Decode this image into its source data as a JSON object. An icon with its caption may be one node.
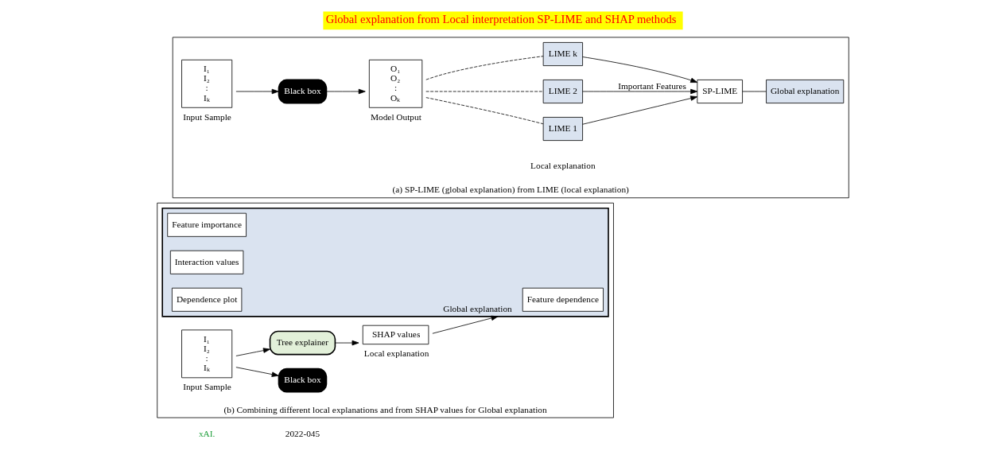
{
  "diagram": {
    "title": "Global explanation from Local interpretation SP-LIME and SHAP methods",
    "nodes": [
      {
        "text": [
          "(a) SP-LIME (global explanation) from LIME (local explanation)"
        ]
      },
      {
        "text": [
          "I₁",
          "I₂",
          ":",
          "Iₖ"
        ],
        "beside": [
          "Input Sample"
        ],
        "in": 0
      },
      {
        "text": [
          "Black box"
        ],
        "in": 0
      },
      {
        "text": [
          "O₁",
          "O₂",
          ":",
          "Oₖ"
        ],
        "beside": [
          "Model Output"
        ],
        "in": 0
      },
      {
        "text": [
          "LIME 1"
        ],
        "in": 0
      },
      {
        "text": [
          "LIME 2"
        ],
        "in": 0
      },
      {
        "text": [
          "LIME k"
        ],
        "in": 0
      },
      {
        "text": [
          "SP-LIME"
        ],
        "in": 0
      },
      {
        "text": [
          "Global explanation"
        ],
        "in": 0
      },
      {
        "text": [
          "(b) Combining different local explanations and from SHAP values for Global explanation"
        ]
      },
      {
        "text": [
          "I₁",
          "I₂",
          ":",
          "Iₖ"
        ],
        "beside": [
          "Input Sample"
        ],
        "in": 9
      },
      {
        "text": [
          "Black box"
        ],
        "in": 9
      },
      {
        "text": [
          "Tree explainer"
        ],
        "in": 9
      },
      {
        "text": [
          "SHAP values"
        ],
        "beside": [
          "Local explanation"
        ],
        "in": 9
      },
      {
        "text": [],
        "shape": "box",
        "in": 9
      },
      {
        "text": [
          "Feature importance"
        ],
        "in": 14
      },
      {
        "text": [
          "Feature dependence"
        ],
        "in": 14
      },
      {
        "text": [
          "Interaction values"
        ],
        "in": 14
      },
      {
        "text": [
          "Dependence plot"
        ],
        "in": 14
      }
    ],
    "edges": [
      {
        "from": 1,
        "to": 2,
        "arrow": "to"
      },
      {
        "from": 2,
        "to": 3,
        "arrow": "to"
      },
      {
        "from": 3,
        "to": 4,
        "arrow": "none",
        "style": "dashed"
      },
      {
        "from": 3,
        "to": 5,
        "arrow": "none",
        "style": "dashed"
      },
      {
        "from": 3,
        "to": 6,
        "arrow": "none",
        "style": "dashed"
      },
      {
        "from": 4,
        "to": 7,
        "arrow": "to"
      },
      {
        "from": 5,
        "to": 7,
        "arrow": "to",
        "label": "Important Features"
      },
      {
        "from": 6,
        "to": 7,
        "arrow": "to"
      },
      {
        "from": 7,
        "to": 8,
        "arrow": "none"
      },
      {
        "from": 10,
        "to": 11,
        "arrow": "to"
      },
      {
        "from": 10,
        "to": 12,
        "arrow": "to"
      },
      {
        "from": 12,
        "to": 13,
        "arrow": "to"
      },
      {
        "from": 13,
        "to": 14,
        "arrow": "to",
        "label": "Global explanation"
      }
    ],
    "labels": [
      "xAI.",
      "2022-045",
      "Local explanation"
    ]
  }
}
